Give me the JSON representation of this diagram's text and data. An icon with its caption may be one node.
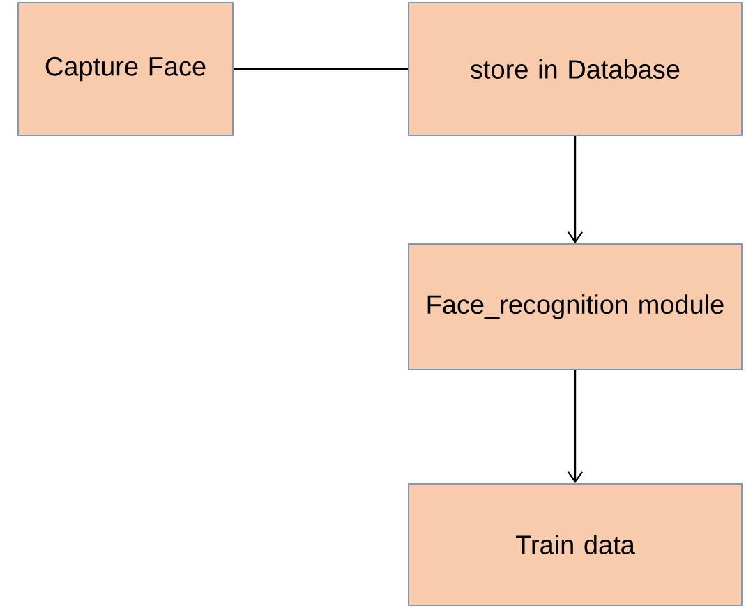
{
  "diagram": {
    "nodes": [
      {
        "text": [
          "Capture Face"
        ]
      },
      {
        "text": [
          "store in Database"
        ]
      },
      {
        "text": [
          "Face_recognition module"
        ]
      },
      {
        "text": [
          "Train data"
        ]
      }
    ],
    "edges": [
      {
        "from": 0,
        "to": 1,
        "arrow": "none"
      },
      {
        "from": 1,
        "to": 2,
        "arrow": "to"
      },
      {
        "from": 2,
        "to": 3,
        "arrow": "to"
      }
    ]
  }
}
